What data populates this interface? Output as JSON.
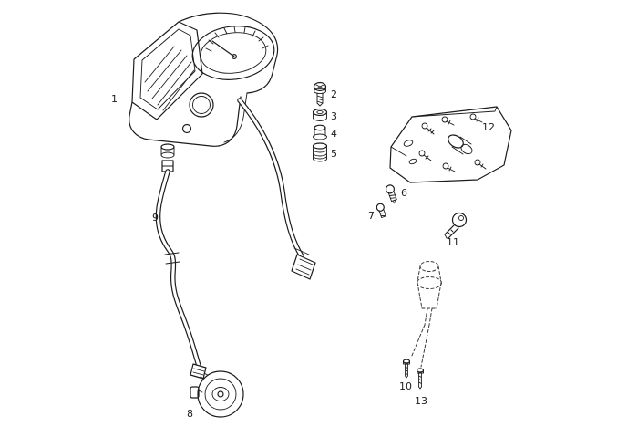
{
  "page": {
    "background_color": "#ffffff",
    "line_color": "#1c1c1c",
    "label_color": "#1c1c1c"
  },
  "diagram": {
    "kind": "exploded-parts-diagram",
    "subject": "speedometer-instrument-panel-and-drive-assembly",
    "part_labels": [
      {
        "number": "1"
      },
      {
        "number": "2"
      },
      {
        "number": "3"
      },
      {
        "number": "4"
      },
      {
        "number": "5"
      },
      {
        "number": "6"
      },
      {
        "number": "7"
      },
      {
        "number": "8"
      },
      {
        "number": "9"
      },
      {
        "number": "10"
      },
      {
        "number": "11"
      },
      {
        "number": "12"
      },
      {
        "number": "13"
      }
    ]
  }
}
